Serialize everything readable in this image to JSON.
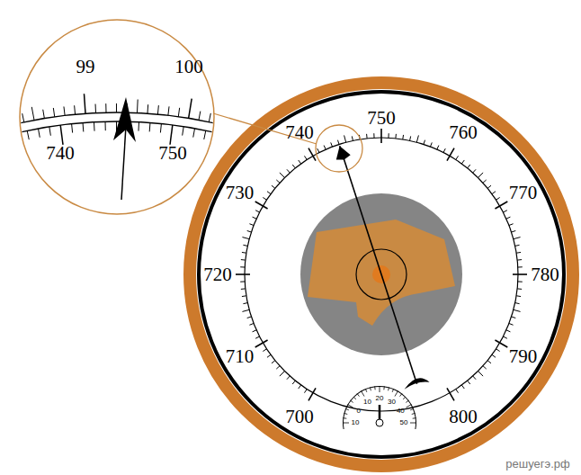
{
  "diagram": {
    "labels": [
      "99",
      "100",
      "740",
      "750",
      "700",
      "710",
      "720",
      "730",
      "740",
      "750",
      "760",
      "770",
      "780",
      "790",
      "800",
      "10",
      "0",
      "10",
      "20",
      "30",
      "40",
      "50",
      "решуегэ.рф"
    ]
  }
}
